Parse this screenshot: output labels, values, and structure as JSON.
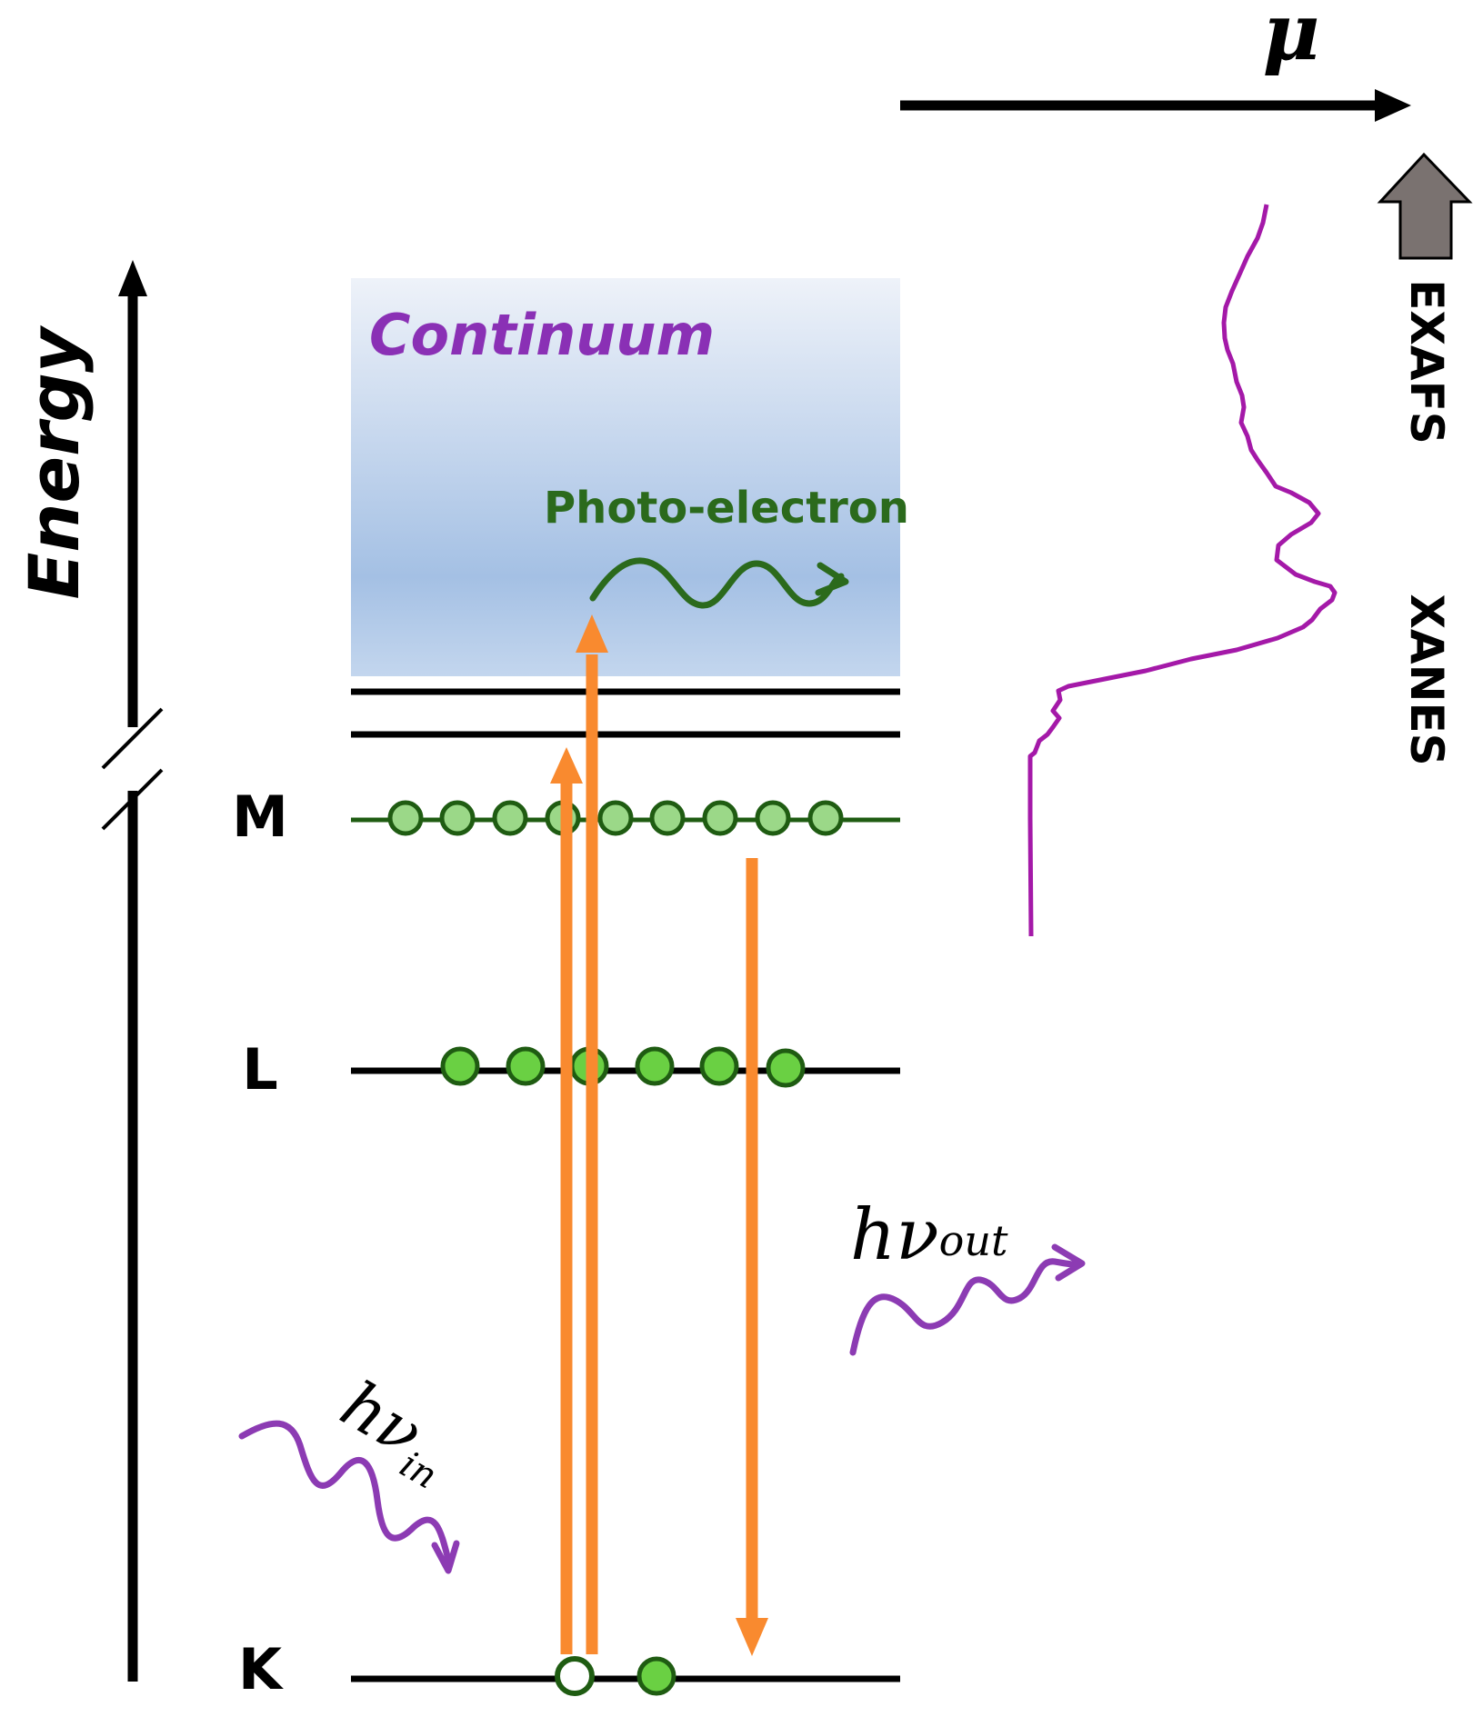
{
  "axis": {
    "energy_label": "Energy",
    "mu_label": "μ"
  },
  "region": {
    "continuum_label": "Continuum",
    "photoelectron_label": "Photo-electron"
  },
  "levels": [
    {
      "name": "M",
      "electrons": 9
    },
    {
      "name": "L",
      "electrons": 6
    },
    {
      "name": "K",
      "electrons": 2,
      "vacancies": 1
    }
  ],
  "photons": {
    "incoming_h": "h",
    "incoming_nu": "ν",
    "incoming_sub": "in",
    "outgoing_h": "h",
    "outgoing_nu": "ν",
    "outgoing_sub": "out"
  },
  "spectrum_regions": {
    "exafs": "EXAFS",
    "xanes": "XANES"
  },
  "colors": {
    "axis": "#000000",
    "continuum_top": "#eef2f9",
    "continuum_bottom": "#a4c0e4",
    "photoelectron": "#2b6a1c",
    "electron_fill": "#6ad043",
    "electron_stroke": "#1f5c12",
    "transition_arrow": "#f98a2f",
    "photon": "#8c3bb3",
    "spectrum": "#a419a8",
    "up_arrow_fill": "#7a7270",
    "continuum_text": "#8a30b5"
  }
}
